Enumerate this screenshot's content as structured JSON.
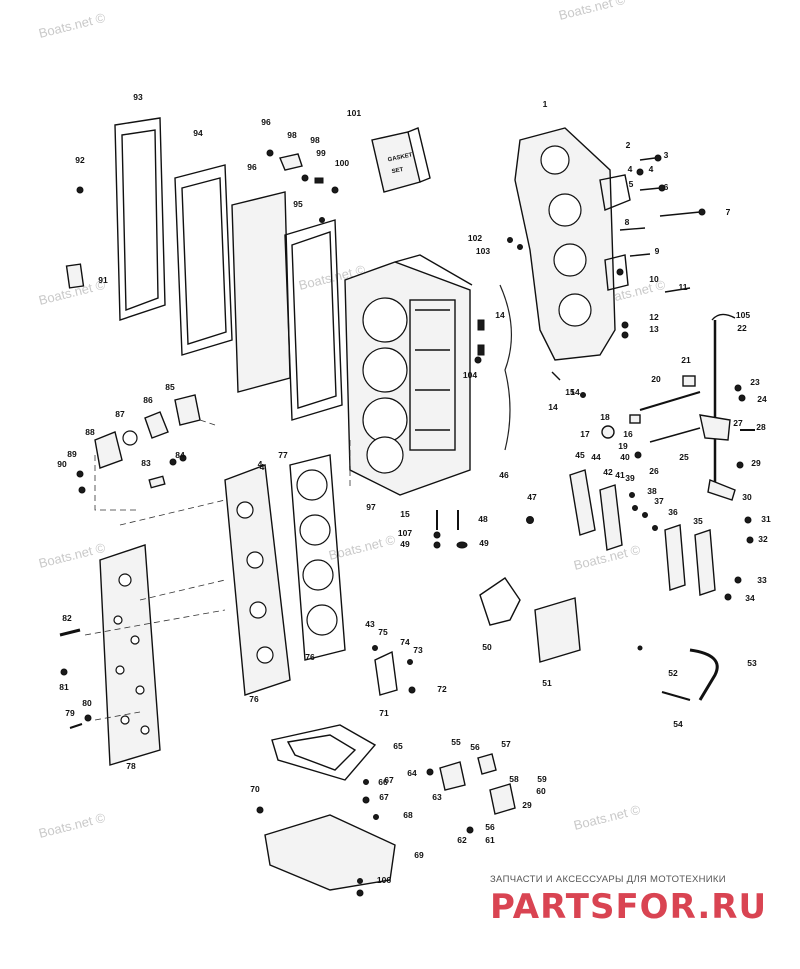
{
  "watermark_text": "Boats.net ©",
  "branding": {
    "subtitle": "ЗАПЧАСТИ И АКСЕССУАРЫ ДЛЯ МОТОТЕХНИКИ",
    "logo": "PARTSFOR.RU"
  },
  "colors": {
    "line": "#111111",
    "watermark": "#c9c9c9",
    "logo_red": "#d94452"
  },
  "box_label": [
    "GASKET",
    "SET"
  ],
  "callouts": [
    "1",
    "2",
    "3",
    "4",
    "5",
    "6",
    "7",
    "8",
    "9",
    "10",
    "11",
    "12",
    "13",
    "14",
    "14",
    "14",
    "15",
    "15",
    "16",
    "17",
    "18",
    "19",
    "20",
    "21",
    "22",
    "23",
    "24",
    "25",
    "26",
    "27",
    "28",
    "29",
    "29",
    "30",
    "31",
    "32",
    "33",
    "34",
    "35",
    "36",
    "37",
    "38",
    "39",
    "40",
    "41",
    "42",
    "43",
    "44",
    "45",
    "46",
    "47",
    "48",
    "49",
    "49",
    "50",
    "51",
    "52",
    "53",
    "54",
    "55",
    "56",
    "56",
    "57",
    "58",
    "59",
    "60",
    "61",
    "62",
    "63",
    "64",
    "65",
    "66",
    "67",
    "67",
    "68",
    "69",
    "70",
    "71",
    "72",
    "73",
    "74",
    "75",
    "76",
    "76",
    "77",
    "78",
    "79",
    "80",
    "81",
    "82",
    "83",
    "84",
    "85",
    "86",
    "87",
    "88",
    "89",
    "90",
    "91",
    "92",
    "93",
    "94",
    "95",
    "96",
    "96",
    "97",
    "98",
    "98",
    "99",
    "100",
    "101",
    "102",
    "103",
    "104",
    "105",
    "106",
    "107",
    "4",
    "4",
    "4",
    "5",
    "8"
  ]
}
